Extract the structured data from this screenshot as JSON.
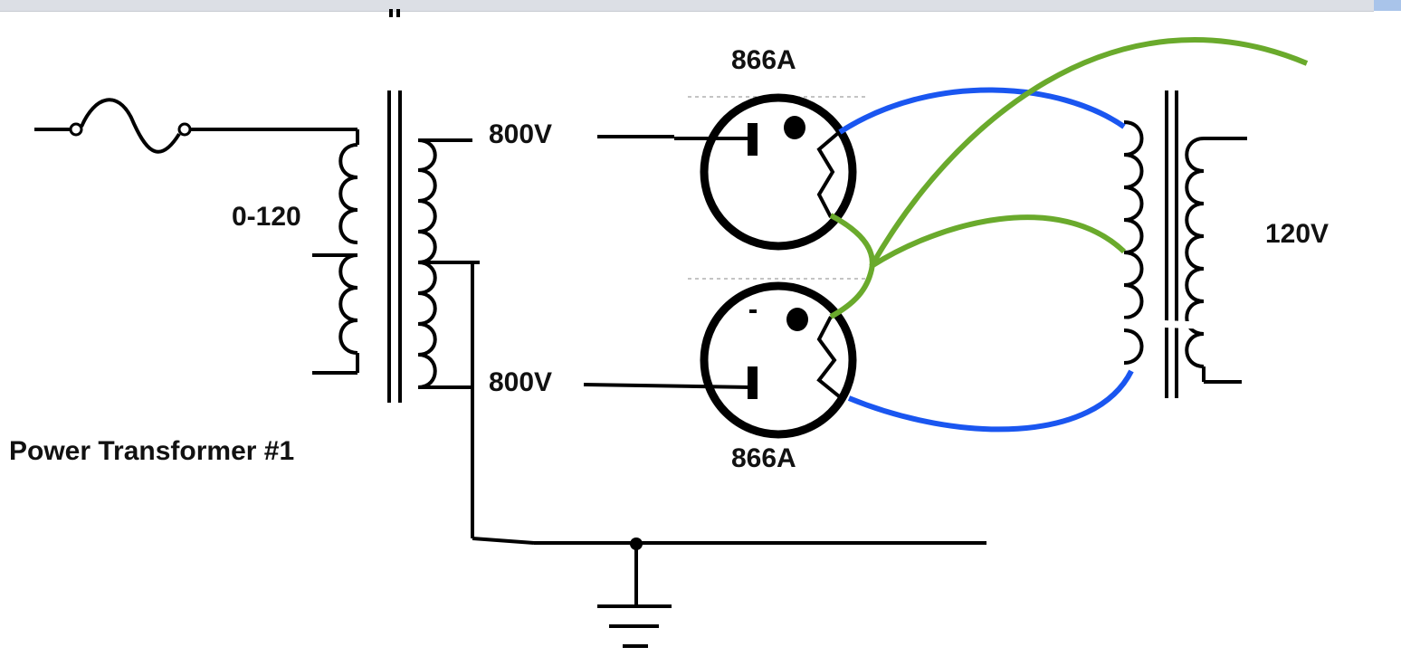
{
  "labels": {
    "input_voltage": "0-120",
    "transformer_name": "Power Transformer #1",
    "secondary_top": "800V",
    "secondary_bottom": "800V",
    "tube_top": "866A",
    "tube_bottom": "866A",
    "filament_voltage": "120V"
  },
  "colors": {
    "wire": "#000000",
    "filament_lead": "#1a56f0",
    "center_tap_lead": "#6aaa2c",
    "toolbar": "#dcdfe5"
  }
}
